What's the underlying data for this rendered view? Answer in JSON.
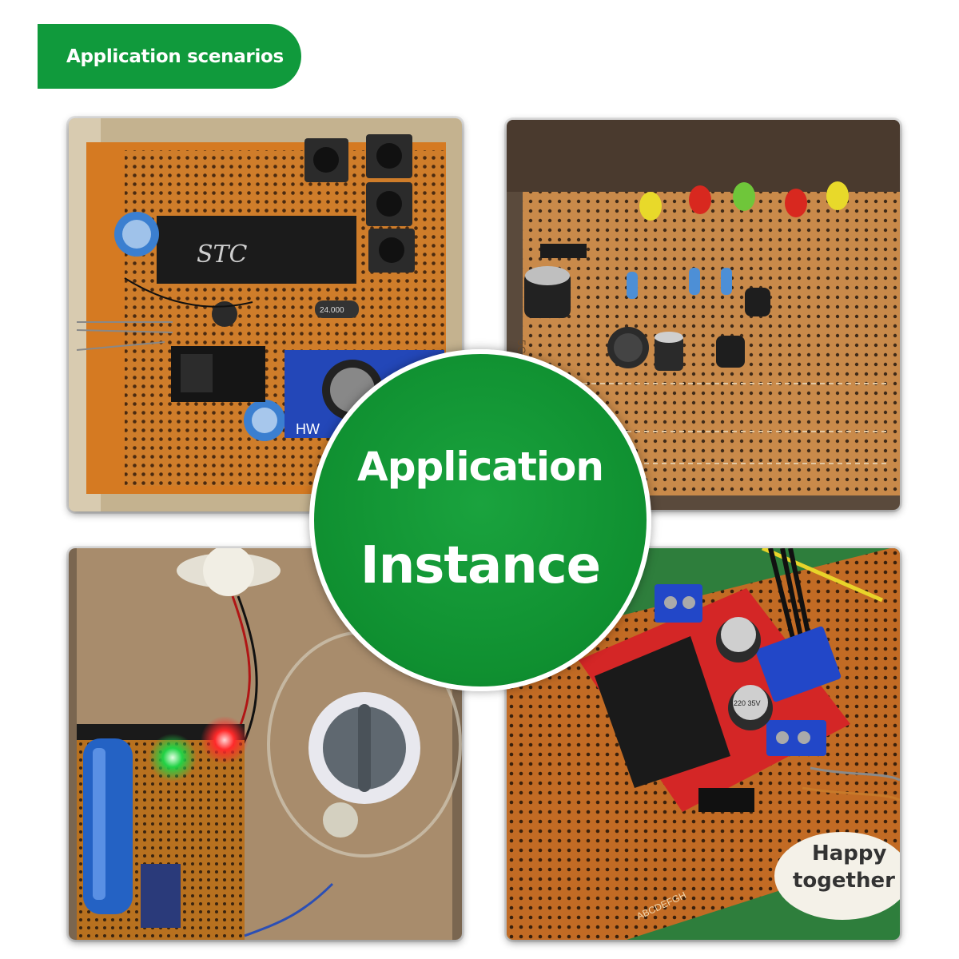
{
  "banner": {
    "label": "Application scenarios"
  },
  "badge": {
    "line1": "Application",
    "line2": "Instance"
  },
  "photo1": {
    "chip_text": "STC",
    "module_text": "HW",
    "crystal_text": "24.000"
  },
  "photo2": {
    "board_text": "5CM"
  },
  "photo4": {
    "cap_text": "220 35V",
    "sticker_line1": "Happy",
    "sticker_line2": "together",
    "edge_letters": "ABCDEFGH"
  },
  "colors": {
    "accent": "#109a3c",
    "perfboard": "#c9772c"
  }
}
